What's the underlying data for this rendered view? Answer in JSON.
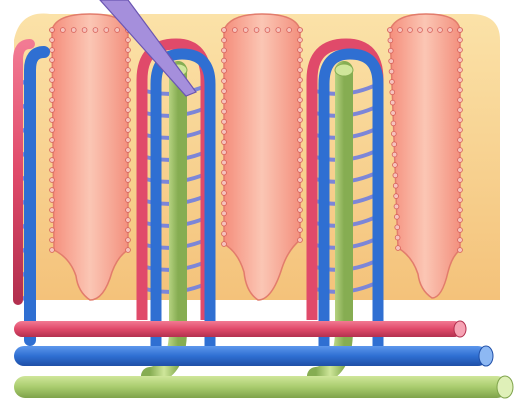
{
  "figure": {
    "colors": {
      "background": "#ffffff",
      "tissue": "#f7d08a",
      "villus_core": "#f3a18f",
      "epithelium_cell": "#f6c3bd",
      "artery": "#e04a6a",
      "vein": "#2f6fd2",
      "lacteal": "#a9cc6e",
      "capillary": "#7c86d8",
      "pointer": "#a58fdc"
    },
    "icons": [
      "villus",
      "artery-vessel",
      "vein-vessel",
      "lacteal-vessel",
      "capillary-network",
      "pointer-arrow"
    ]
  }
}
